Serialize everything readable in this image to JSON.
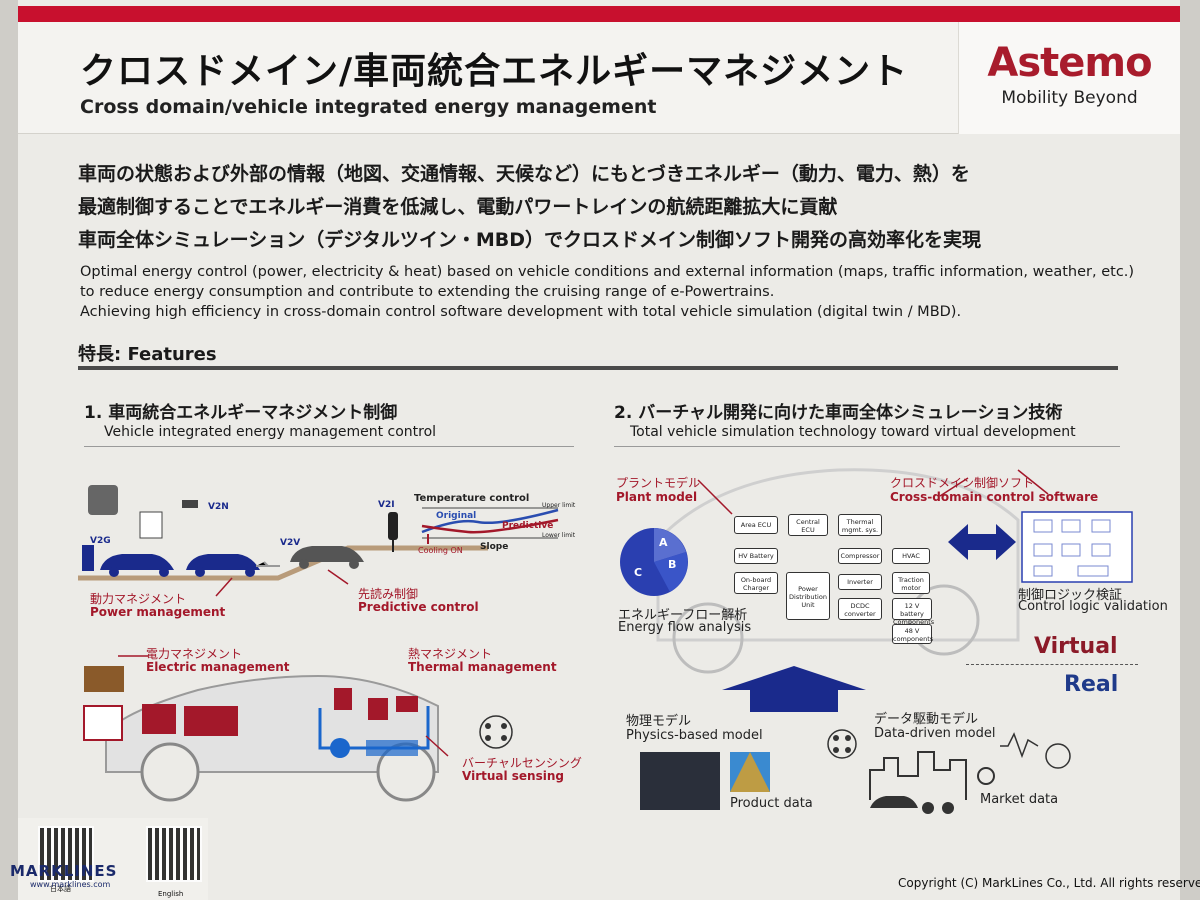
{
  "header": {
    "title_jp": "クロスドメイン/車両統合エネルギーマネジメント",
    "title_en": "Cross domain/vehicle integrated energy management",
    "logo_name": "Astemo",
    "logo_tagline": "Mobility Beyond"
  },
  "description": {
    "jp_lines": [
      "車両の状態および外部の情報（地図、交通情報、天候など）にもとづきエネルギー（動力、電力、熱）を",
      "最適制御することでエネルギー消費を低減し、電動パワートレインの航続距離拡大に貢献",
      "車両全体シミュレーション（デジタルツイン・MBD）でクロスドメイン制御ソフト開発の高効率化を実現"
    ],
    "en_lines": [
      "Optimal energy control (power, electricity & heat) based on vehicle conditions and external information (maps, traffic information, weather, etc.)",
      "to reduce energy consumption and contribute to extending the cruising range of e-Powertrains.",
      "Achieving high efficiency in cross-domain control software development with total vehicle simulation (digital twin / MBD)."
    ]
  },
  "features_heading": "特長: Features",
  "section1": {
    "title": "1. 車両統合エネルギーマネジメント制御",
    "subtitle": "Vehicle integrated energy management control",
    "v2g": "V2G",
    "v2n": "V2N",
    "v2v": "V2V",
    "v2i": "V2I",
    "temp_control": "Temperature control",
    "original": "Original",
    "predictive": "Predictive",
    "upper_limit": "Upper limit",
    "lower_limit": "Lower limit",
    "cooling_on": "Cooling ON",
    "slope": "Slope",
    "power_mgmt_jp": "動力マネジメント",
    "power_mgmt_en": "Power management",
    "predictive_jp": "先読み制御",
    "predictive_en": "Predictive control",
    "electric_jp": "電力マネジメント",
    "electric_en": "Electric management",
    "thermal_jp": "熱マネジメント",
    "thermal_en": "Thermal management",
    "sensing_jp": "バーチャルセンシング",
    "sensing_en": "Virtual sensing"
  },
  "section2": {
    "title": "2. バーチャル開発に向けた車両全体シミュレーション技術",
    "subtitle": "Total vehicle simulation technology toward virtual development",
    "plant_jp": "プラントモデル",
    "plant_en": "Plant model",
    "cross_jp": "クロスドメイン制御ソフト",
    "cross_en": "Cross-domain control software",
    "energy_jp": "エネルギーフロー解析",
    "energy_en": "Energy flow analysis",
    "logic_jp": "制御ロジック検証",
    "logic_en": "Control logic validation",
    "pie_labels": [
      "A",
      "B",
      "C"
    ],
    "boxes": {
      "area_ecu": "Area ECU",
      "central_ecu": "Central ECU",
      "thermal_mgmt": "Thermal mgmt. sys.",
      "hv_battery": "HV Battery",
      "compressor": "Compressor",
      "hvac": "HVAC",
      "onboard_charger": "On-board Charger",
      "pdu": "Power Distribution Unit",
      "inverter": "Inverter",
      "traction_motor": "Traction motor",
      "dcdc": "DCDC converter",
      "batt12": "12 V battery Components",
      "comp48": "48 V components"
    },
    "virtual": "Virtual",
    "real": "Real",
    "physics_jp": "物理モデル",
    "physics_en": "Physics-based model",
    "data_jp": "データ駆動モデル",
    "data_en": "Data-driven model",
    "product_data": "Product data",
    "market_data": "Market data"
  },
  "footer": {
    "qr1_caption": "日本語",
    "qr2_caption": "English",
    "watermark": "MARKLINES",
    "watermark_url": "www.marklines.com",
    "copyright": "Copyright (C) MarkLines Co., Ltd. All rights reserved."
  },
  "colors": {
    "accent_red": "#c8102e",
    "brand": "#a81c2c",
    "real_blue": "#1f3a8a",
    "arrow_navy": "#1a2a8c"
  }
}
